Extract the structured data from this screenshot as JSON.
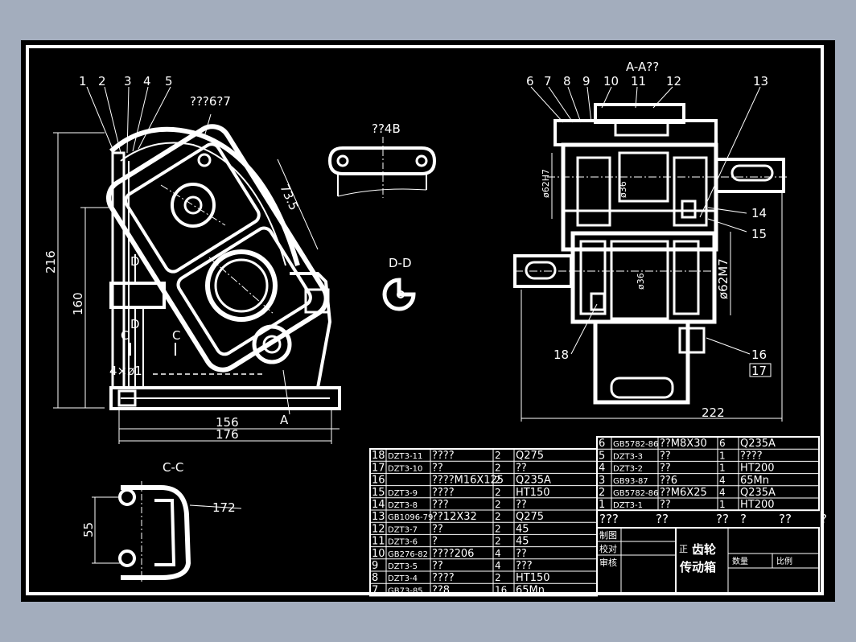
{
  "views": {
    "main_labels": [
      "1",
      "2",
      "3",
      "4",
      "5"
    ],
    "main_note": "???6?7",
    "dims_left": {
      "d216": "216",
      "d160": "160",
      "d73_5": "73.5",
      "d156": "156",
      "d176": "176",
      "holes": "4×ø1"
    },
    "section_marks": {
      "d": "D",
      "c": "C",
      "a": "A"
    },
    "view_b_title": "??4B",
    "view_dd_title": "D-D",
    "view_cc_title": "C-C",
    "view_cc_dims": {
      "d55": "55",
      "d172": "172"
    },
    "section_aa_title": "A-A??",
    "aa_labels_top": [
      "6",
      "7",
      "8",
      "9",
      "10",
      "11",
      "12",
      "13"
    ],
    "aa_labels_right": [
      "14",
      "15",
      "16",
      "17",
      "18"
    ],
    "aa_dims": {
      "d222": "222",
      "phi62m7": "ø62M7",
      "phi62h7": "ø62H7",
      "phi36": "ø36",
      "phi36b": "ø36"
    }
  },
  "bom_left": [
    {
      "no": "18",
      "code": "DZT3-11",
      "name": "????",
      "qty": "2",
      "mat": "Q275"
    },
    {
      "no": "17",
      "code": "DZT3-10",
      "name": "??",
      "qty": "2",
      "mat": "??"
    },
    {
      "no": "16",
      "code": "",
      "name": "????M16X125",
      "qty": "2",
      "mat": "Q235A"
    },
    {
      "no": "15",
      "code": "DZT3-9",
      "name": "????",
      "qty": "2",
      "mat": "HT150"
    },
    {
      "no": "14",
      "code": "DZT3-8",
      "name": "???",
      "qty": "2",
      "mat": "??"
    },
    {
      "no": "13",
      "code": "GB1096-79",
      "name": "??12X32",
      "qty": "2",
      "mat": "Q275"
    },
    {
      "no": "12",
      "code": "DZT3-7",
      "name": "??",
      "qty": "2",
      "mat": "45"
    },
    {
      "no": "11",
      "code": "DZT3-6",
      "name": "?",
      "qty": "2",
      "mat": "45"
    },
    {
      "no": "10",
      "code": "GB276-82",
      "name": "????206",
      "qty": "4",
      "mat": "??"
    },
    {
      "no": "9",
      "code": "DZT3-5",
      "name": "??",
      "qty": "4",
      "mat": "???"
    },
    {
      "no": "8",
      "code": "DZT3-4",
      "name": "????",
      "qty": "2",
      "mat": "HT150"
    },
    {
      "no": "7",
      "code": "GB73-85",
      "name": "??8",
      "qty": "16",
      "mat": "65Mn"
    }
  ],
  "bom_right": [
    {
      "no": "6",
      "code": "GB5782-86",
      "name": "??M8X30",
      "qty": "6",
      "mat": "Q235A"
    },
    {
      "no": "5",
      "code": "DZT3-3",
      "name": "??",
      "qty": "1",
      "mat": "????"
    },
    {
      "no": "4",
      "code": "DZT3-2",
      "name": "??",
      "qty": "1",
      "mat": "HT200"
    },
    {
      "no": "3",
      "code": "GB93-87",
      "name": "??6",
      "qty": "4",
      "mat": "65Mn"
    },
    {
      "no": "2",
      "code": "GB5782-86",
      "name": "??M6X25",
      "qty": "4",
      "mat": "Q235A"
    },
    {
      "no": "1",
      "code": "DZT3-1",
      "name": "??",
      "qty": "1",
      "mat": "HT200"
    }
  ],
  "bom_header": [
    "???",
    "??",
    "??",
    "?",
    "??",
    "?"
  ],
  "title_block": {
    "made_by": "制图",
    "checked": "校对",
    "reviewed": "审核",
    "title_zheng": "正",
    "title_line1": "齿轮",
    "title_line2": "传动箱",
    "col_quantity": "数量",
    "col_scale": "比例"
  }
}
